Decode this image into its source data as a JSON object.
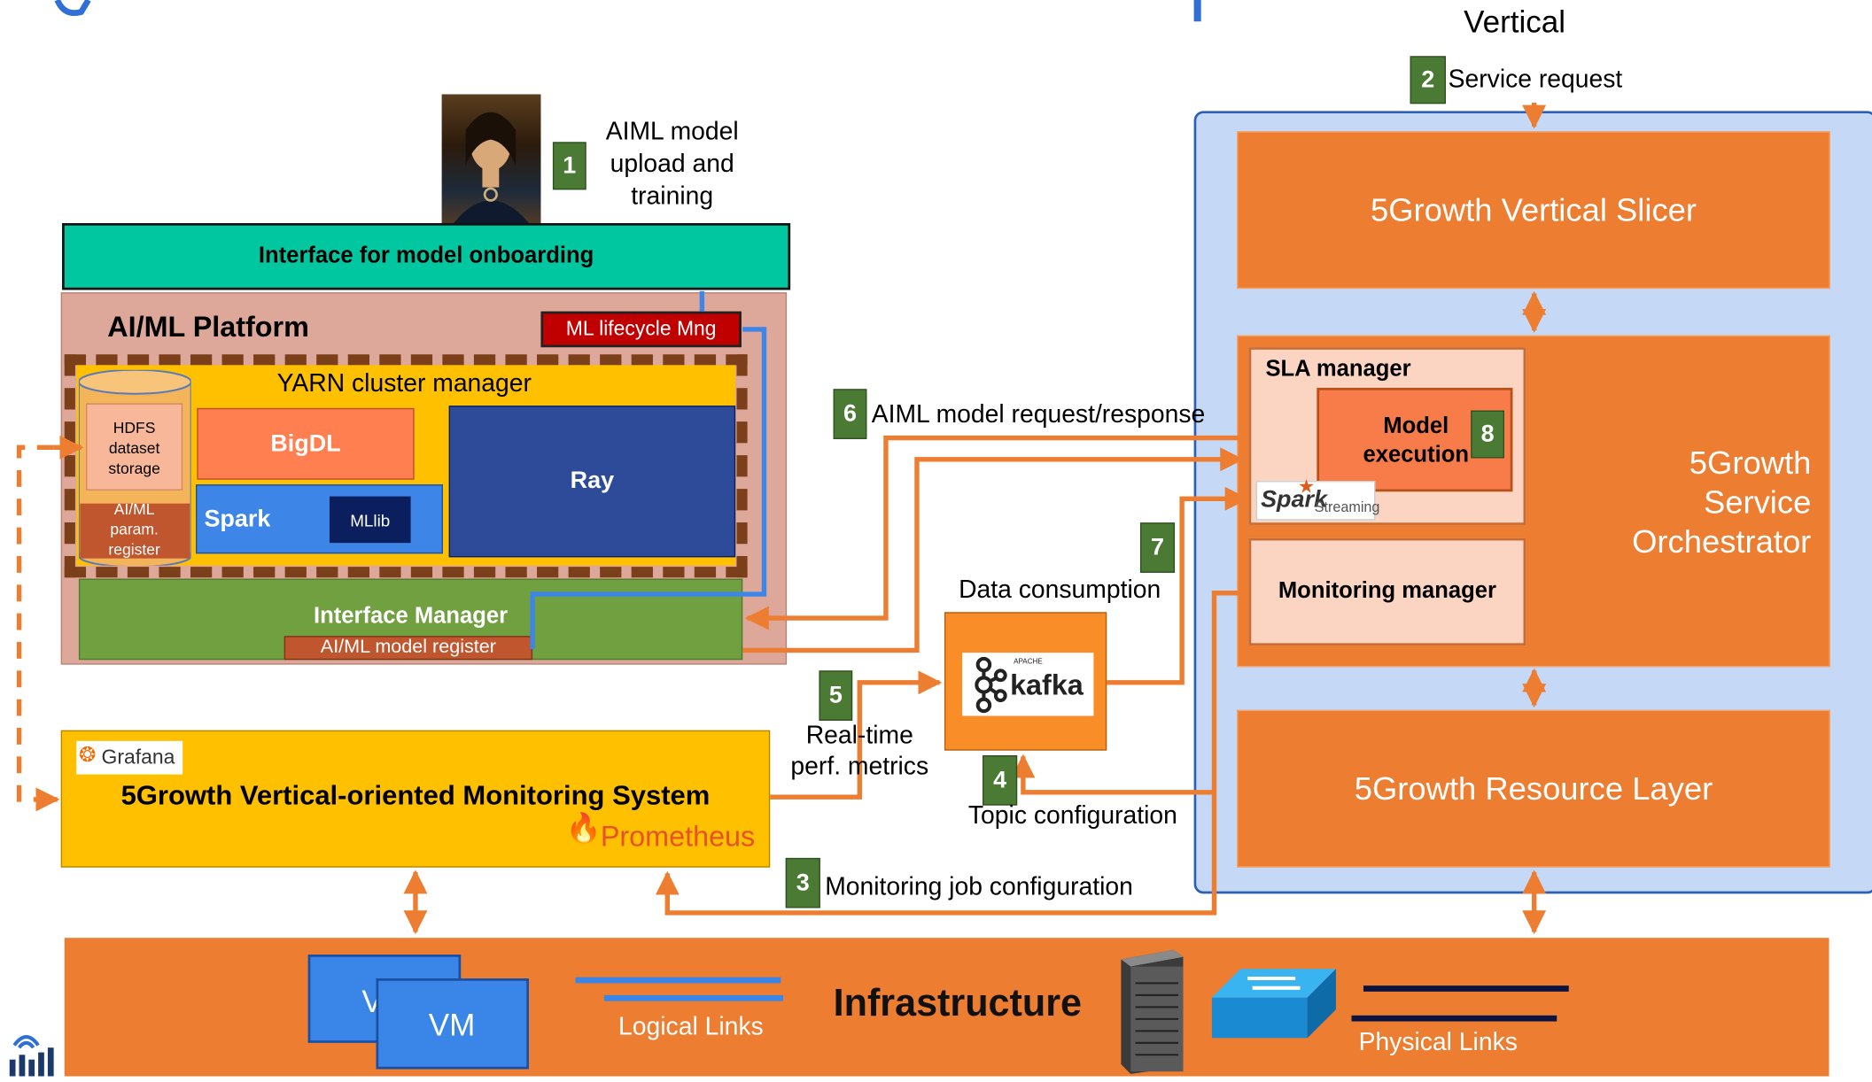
{
  "header": {
    "vertical_label": "Vertical"
  },
  "steps": [
    {
      "num": "1",
      "label_lines": [
        "AIML model",
        "upload and",
        "training"
      ]
    },
    {
      "num": "2",
      "label": "Service request"
    },
    {
      "num": "3",
      "label": "Monitoring job configuration"
    },
    {
      "num": "4",
      "label": "Topic configuration"
    },
    {
      "num": "5",
      "label_lines": [
        "Real-time",
        "perf. metrics"
      ]
    },
    {
      "num": "6",
      "label": "AIML model request/response"
    },
    {
      "num": "7",
      "label": "Data consumption"
    },
    {
      "num": "8"
    }
  ],
  "aiml": {
    "onboarding_interface": "Interface for model onboarding",
    "platform_title": "AI/ML Platform",
    "lifecycle": "ML lifecycle Mng",
    "yarn": "YARN cluster manager",
    "hdfs_lines": [
      "HDFS",
      "dataset",
      "storage"
    ],
    "param_lines": [
      "AI/ML",
      "param.",
      "register"
    ],
    "bigdl": "BigDL",
    "spark": "Spark",
    "mllib": "MLlib",
    "ray": "Ray",
    "interface_manager": "Interface Manager",
    "model_register": "AI/ML model register"
  },
  "monitoring": {
    "grafana": "Grafana",
    "title": "5Growth Vertical-oriented Monitoring System",
    "prometheus": "Prometheus"
  },
  "kafka": {
    "logo_text": "kafka",
    "apache": "APACHE"
  },
  "fivegrowth": {
    "vertical_slicer": "5Growth Vertical Slicer",
    "so_lines": [
      "5Growth",
      "Service",
      "Orchestrator"
    ],
    "sla_manager": "SLA manager",
    "model_execution_lines": [
      "Model",
      "execution"
    ],
    "spark_streaming_logo": "Spark",
    "spark_streaming_sub": "Streaming",
    "monitoring_manager": "Monitoring manager",
    "resource_layer": "5Growth Resource Layer"
  },
  "infrastructure": {
    "title": "Infrastructure",
    "vm_back": "V",
    "vm_front": "VM",
    "logical_links": "Logical Links",
    "physical_links": "Physical Links"
  },
  "colors": {
    "orange": "#ed7d31",
    "yellow": "#ffc000",
    "teal": "#00c7a0",
    "green": "#70a040",
    "blue_bg": "#c5d9f7",
    "navy": "#2e4b9a",
    "salmon": "#ff7f50",
    "badge": "#4a7a34"
  }
}
